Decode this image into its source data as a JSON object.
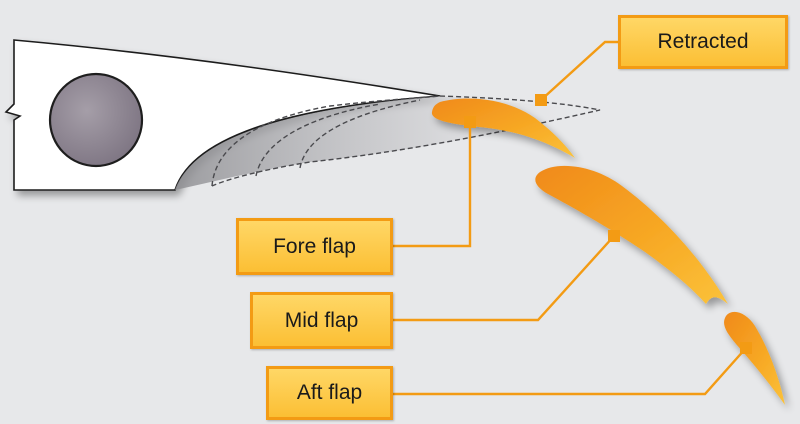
{
  "labels": {
    "retracted": "Retracted",
    "fore_flap": "Fore flap",
    "mid_flap": "Mid flap",
    "aft_flap": "Aft flap"
  },
  "colors": {
    "background": "#e7e8ea",
    "flap_orange": "#f6a21e",
    "callout_fill": "#fcc53d",
    "callout_border": "#f39b14",
    "leader_line": "#f39b14",
    "wing_fill": "#ffffff",
    "spar_circle": "#8a8290"
  }
}
